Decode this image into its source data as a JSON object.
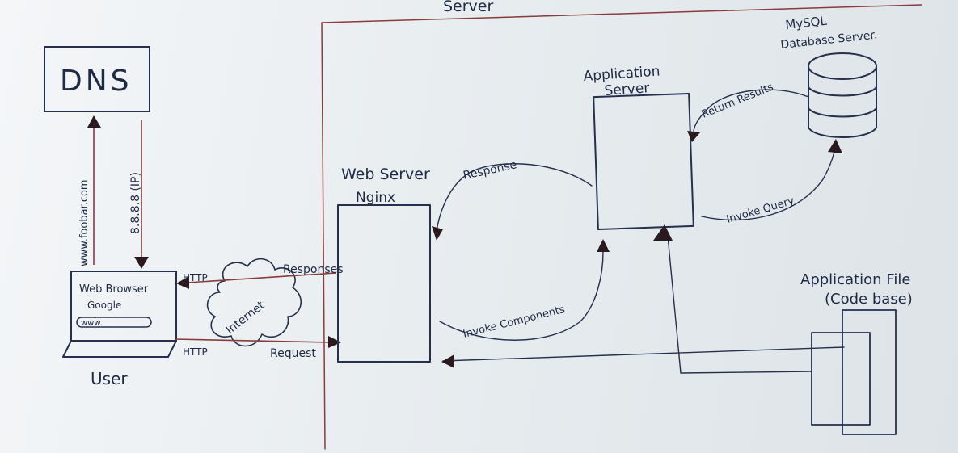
{
  "server_label": "Server",
  "dns": {
    "label": "DNS"
  },
  "dns_links": {
    "domain": "www.foobar.com",
    "ip": "8.8.8.8 (IP)"
  },
  "user": {
    "browser_title": "Web Browser",
    "browser_name": "Google",
    "address": "www.",
    "caption": "User"
  },
  "internet": {
    "label": "Internet"
  },
  "http": {
    "top": "HTTP",
    "bottom": "HTTP"
  },
  "arrows": {
    "responses": "Responses",
    "request": "Request",
    "response": "Response",
    "invoke_components": "Invoke Components",
    "return_results": "Return Results",
    "invoke_query": "Invoke Query"
  },
  "web_server": {
    "title": "Web Server",
    "subtitle": "Nginx"
  },
  "app_server": {
    "title_line1": "Application",
    "title_line2": "Server"
  },
  "mysql": {
    "line1": "MySQL",
    "line2": "Database Server."
  },
  "app_files": {
    "line1": "Application File",
    "line2": "(Code base)"
  }
}
